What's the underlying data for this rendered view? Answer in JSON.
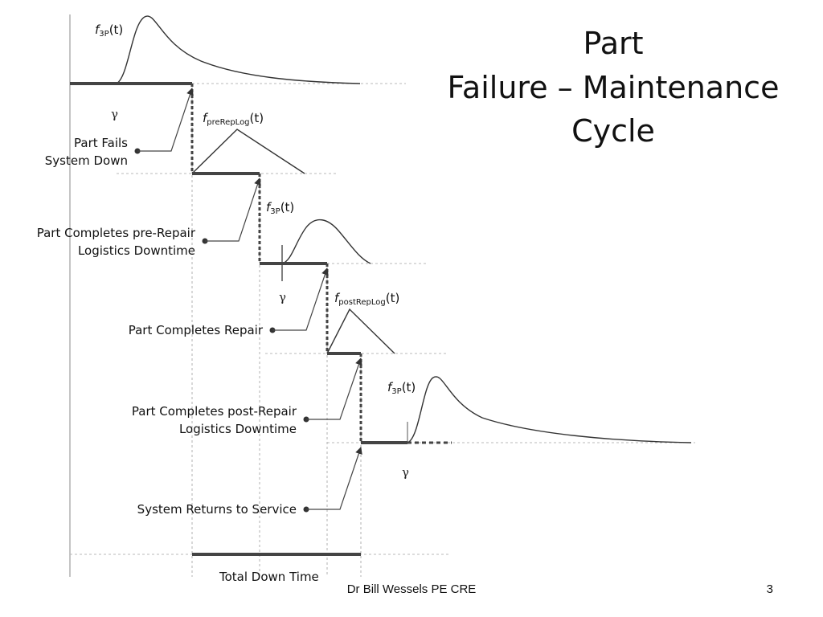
{
  "title": {
    "line1": "Part",
    "line2": "Failure – Maintenance",
    "line3": "Cycle"
  },
  "footer": {
    "author": "Dr Bill Wessels PE CRE",
    "page_number": "3"
  },
  "symbols": {
    "gamma": "γ"
  },
  "distributions": {
    "f3p": {
      "f": "f",
      "sub": "3P",
      "arg": "(t)"
    },
    "pre": {
      "f": "f",
      "sub": "preRepLog",
      "arg": "(t)"
    },
    "post": {
      "f": "f",
      "sub": "postRepLog",
      "arg": "(t)"
    }
  },
  "events": {
    "part_fails": {
      "line1": "Part Fails",
      "line2": "System Down"
    },
    "pre_repair": {
      "line1": "Part Completes pre-Repair",
      "line2": "Logistics Downtime"
    },
    "repair": {
      "line1": "Part Completes Repair"
    },
    "post_repair": {
      "line1": "Part Completes post-Repair",
      "line2": "Logistics Downtime"
    },
    "returns": {
      "line1": "System Returns to Service"
    }
  },
  "total_down_time": "Total Down Time"
}
